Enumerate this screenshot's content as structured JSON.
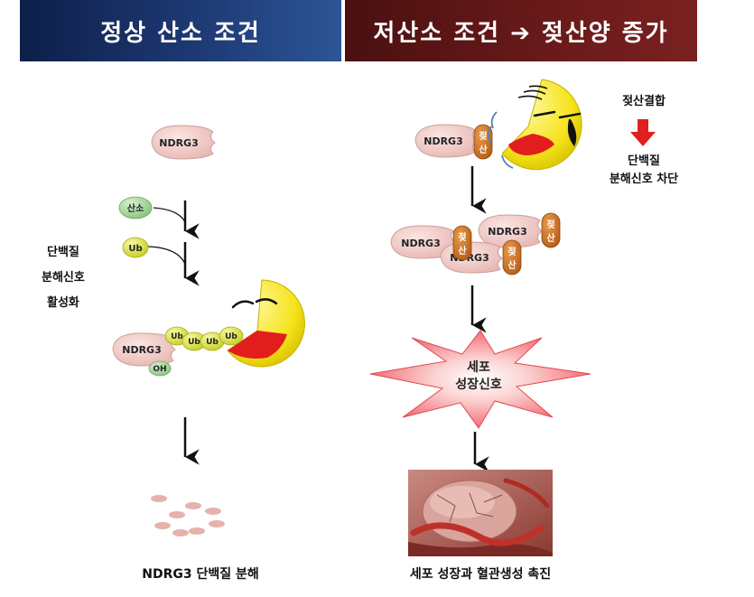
{
  "header": {
    "left_title": "정상 산소 조건",
    "right_title": "저산소 조건 ➔ 젖산양 증가"
  },
  "left": {
    "protein": "NDRG3",
    "oxygen": "산소",
    "ub": "Ub",
    "side_label": [
      "단백질",
      "분해신호",
      "활성화"
    ],
    "complex_protein": "NDRG3",
    "oh": "OH",
    "chain": [
      "Ub",
      "Ub",
      "Ub",
      "Ub"
    ],
    "result": "NDRG3 단백질 분해"
  },
  "right": {
    "protein": "NDRG3",
    "lactate_top": "젖",
    "lactate_bottom": "산",
    "note_top": "젖산결합",
    "note_bottom": [
      "단백질",
      "분해신호 차단"
    ],
    "cluster": [
      "NDRG3",
      "NDRG3",
      "NDRG3"
    ],
    "signal": [
      "세포",
      "성장신호"
    ],
    "result": "세포 성장과 혈관생성 촉진"
  },
  "colors": {
    "protein_fill": "#f0c8c4",
    "protein_stroke": "#c9a19d",
    "lactate": "#c86a1e",
    "ub": "#d8de3a",
    "oxygen": "#9bd08f",
    "pacman": "#f7e81c",
    "star": "#f05a64",
    "arrow_red": "#e0201e"
  }
}
